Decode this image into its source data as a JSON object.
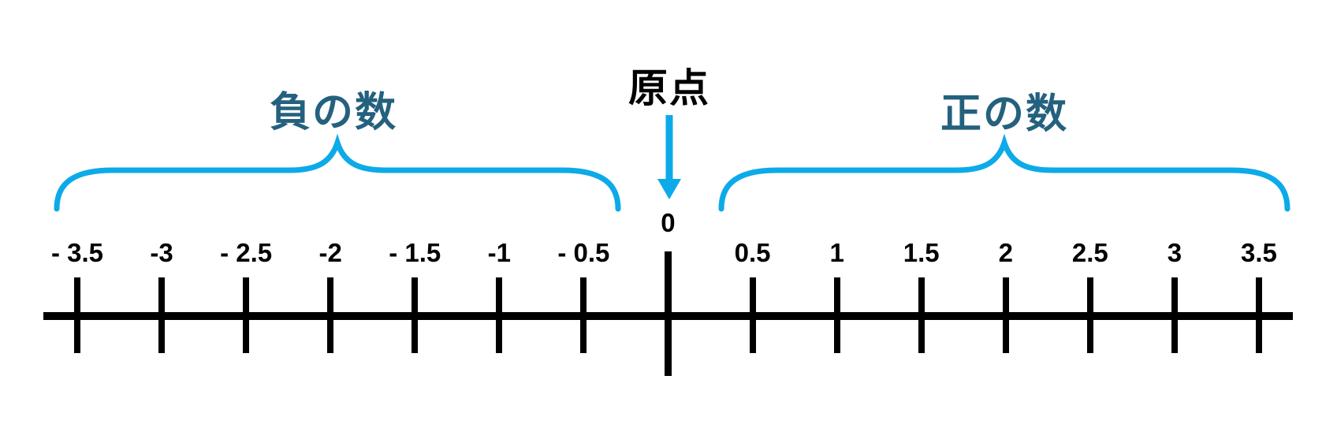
{
  "colors": {
    "accent_cyan": "#0daae9",
    "label_teal": "#24617e",
    "ink_black": "#000000",
    "background": "#ffffff"
  },
  "annotations": {
    "negative_label": "負の数",
    "origin_label": "原点",
    "positive_label": "正の数"
  },
  "number_line": {
    "ticks": [
      {
        "value": -3.5,
        "label": "- 3.5"
      },
      {
        "value": -3,
        "label": "-3"
      },
      {
        "value": -2.5,
        "label": "- 2.5"
      },
      {
        "value": -2,
        "label": "-2"
      },
      {
        "value": -1.5,
        "label": "- 1.5"
      },
      {
        "value": -1,
        "label": "-1"
      },
      {
        "value": -0.5,
        "label": "- 0.5"
      },
      {
        "value": 0,
        "label": "0"
      },
      {
        "value": 0.5,
        "label": "0.5"
      },
      {
        "value": 1,
        "label": "1"
      },
      {
        "value": 1.5,
        "label": "1.5"
      },
      {
        "value": 2,
        "label": "2"
      },
      {
        "value": 2.5,
        "label": "2.5"
      },
      {
        "value": 3,
        "label": "3"
      },
      {
        "value": 3.5,
        "label": "3.5"
      }
    ]
  }
}
